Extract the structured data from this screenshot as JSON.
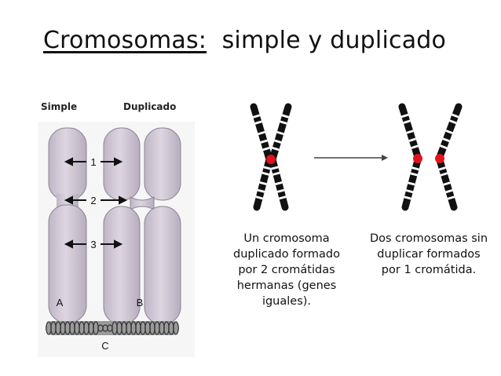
{
  "title": {
    "main": "Cromosomas:",
    "rest": "simple y duplicado"
  },
  "left_panel": {
    "label_simple": "Simple",
    "label_duplicado": "Duplicado",
    "markers": [
      "1",
      "2",
      "3"
    ],
    "letters": [
      "A",
      "B",
      "C"
    ]
  },
  "right_panel": {
    "caption_duplicated": "Un cromosoma duplicado formado por 2 cromátidas hermanas (genes iguales).",
    "caption_unduplicated": "Dos cromosomas sin duplicar formados por 1 cromátida."
  },
  "colors": {
    "chromatid_fill": "#d4cdda",
    "chromatid_stroke": "#8c8593",
    "centromere": "#e0141e",
    "chromosome_dark": "#111111"
  }
}
